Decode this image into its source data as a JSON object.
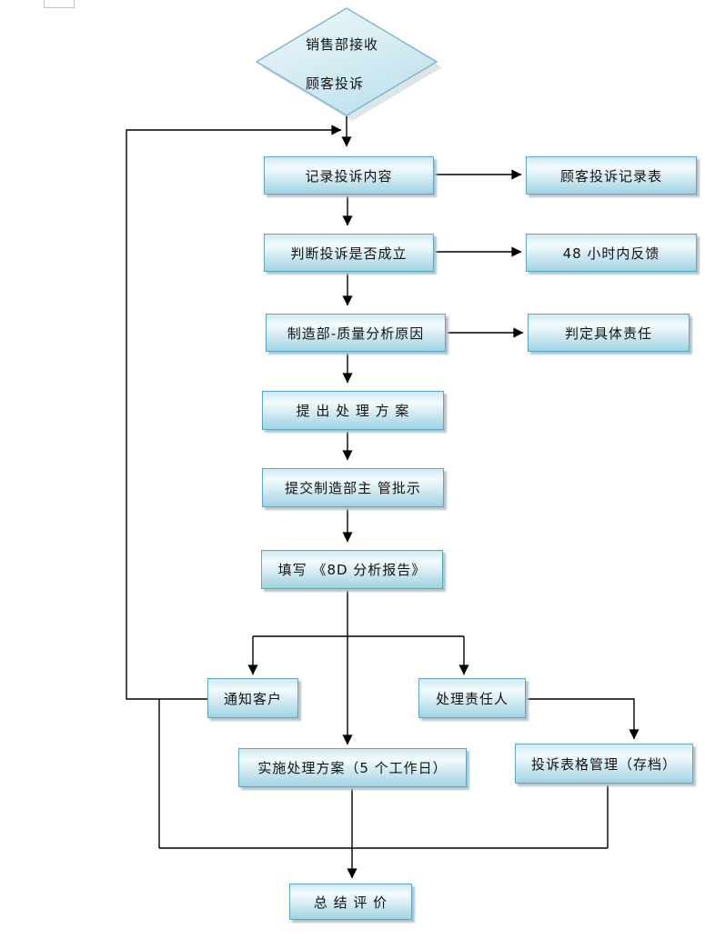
{
  "meta": {
    "type": "flowchart",
    "language": "zh-CN"
  },
  "colors": {
    "node_border": "#58a7c3",
    "node_fill_top": "#cfe9f1",
    "node_fill_bottom": "#9fd3e2",
    "connector": "#000000",
    "background": "#ffffff"
  },
  "nodes": {
    "start": {
      "line1": "销售部接收",
      "line2": "顾客投诉"
    },
    "record": "记录投诉内容",
    "record_form": "顾客投诉记录表",
    "judge": "判断投诉是否成立",
    "feedback_48h": "48 小时内反馈",
    "analyze_cause": "制造部-质量分析原因",
    "determine_responsibility": "判定具体责任",
    "propose_plan": "提 出 处 理 方 案",
    "submit_approval": "提交制造部主 管批示",
    "fill_8d_report": "填写 《8D 分析报告》",
    "notify_customer": "通知客户",
    "handle_responsible": "处理责任人",
    "implement_plan": "实施处理方案（5 个工作日）",
    "form_archive": "投诉表格管理（存档）",
    "summary": "总 结 评 价"
  }
}
